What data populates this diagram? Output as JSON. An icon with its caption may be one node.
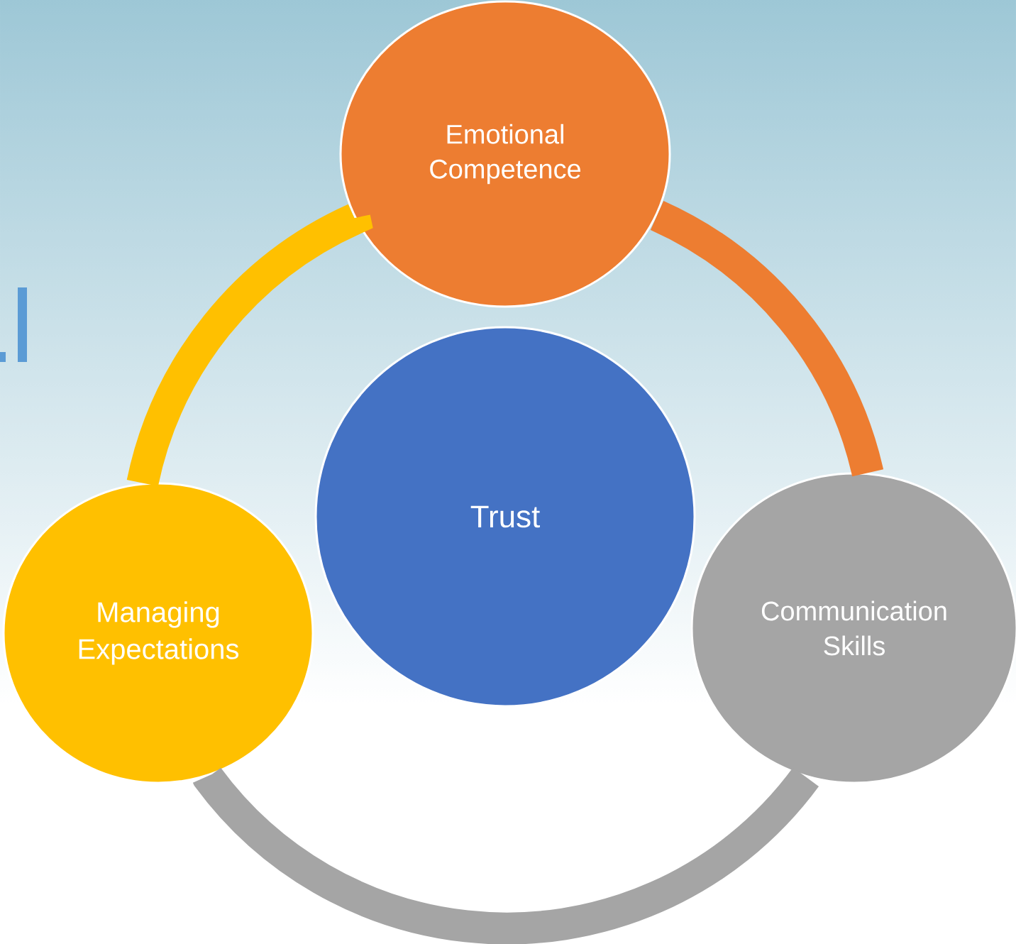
{
  "diagram": {
    "nodes": [
      {
        "text": [
          "Emotional Competence"
        ]
      },
      {
        "text": [
          "Trust"
        ]
      },
      {
        "text": [
          "Managing Expectations"
        ]
      },
      {
        "text": [
          "Communication Skills"
        ]
      }
    ],
    "edges": [
      {
        "from": 0,
        "to": 3,
        "arrow": "none",
        "color": "#ed7d31"
      },
      {
        "from": 3,
        "to": 2,
        "arrow": "none",
        "color": "#a5a5a5"
      },
      {
        "from": 2,
        "to": 0,
        "arrow": "none",
        "color": "#ffc000"
      }
    ]
  }
}
